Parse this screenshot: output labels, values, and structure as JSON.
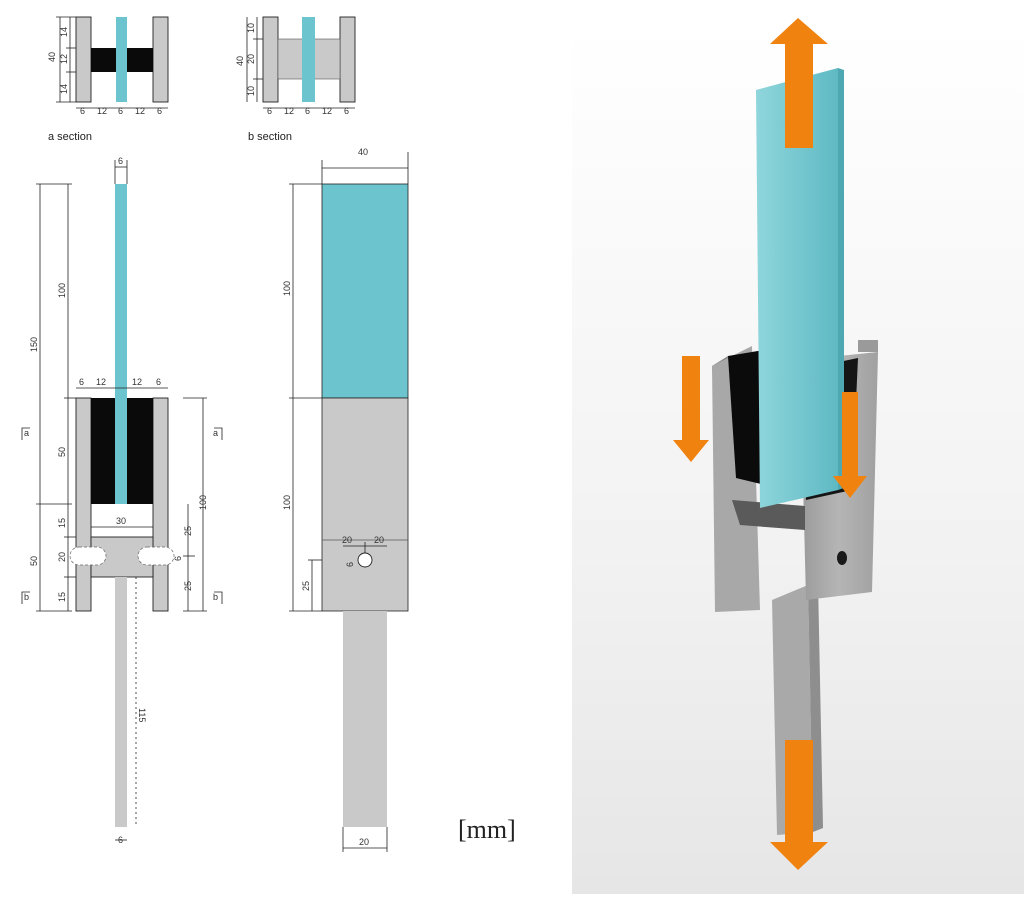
{
  "colors": {
    "steel": "#c9c9c9",
    "glass": "#6cc5ce",
    "rubber": "#0a0a0a",
    "arrow": "#f0820f",
    "line": "#222222"
  },
  "sections": {
    "a_label": "a section",
    "b_label": "b section",
    "a_mark": "a",
    "b_mark": "b"
  },
  "dims": {
    "top_a": {
      "h_total": "40",
      "h_top": "14",
      "h_mid": "12",
      "h_bot": "14",
      "w1": "6",
      "w2": "12",
      "w3": "6",
      "w4": "12",
      "w5": "6"
    },
    "top_b": {
      "h_total": "40",
      "h_top": "10",
      "h_mid": "20",
      "h_bot": "10",
      "w1": "6",
      "w2": "12",
      "w3": "6",
      "w4": "12",
      "w5": "6"
    },
    "front": {
      "glass_w": "6",
      "h150": "150",
      "h100": "100",
      "h50": "50",
      "w6a": "6",
      "w12a": "12",
      "w12b": "12",
      "w6b": "6",
      "h100r": "100",
      "w30": "30",
      "h15a": "15",
      "h20": "20",
      "h15b": "15",
      "h50l": "50",
      "h25a": "25",
      "h6": "6",
      "h25b": "25",
      "h115": "115",
      "w6bot": "6"
    },
    "side": {
      "w40": "40",
      "h100a": "100",
      "h100b": "100",
      "h25": "25",
      "w20a": "20",
      "w20b": "20",
      "hole": "6",
      "w20bot": "20"
    }
  },
  "unit": "[mm]"
}
